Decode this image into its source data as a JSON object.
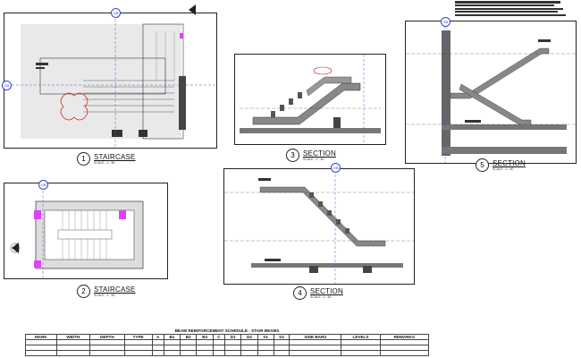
{
  "drawing": {
    "views": [
      {
        "number": "1",
        "title": "STAIRCASE",
        "scale": "SCALE - 1 : 50"
      },
      {
        "number": "2",
        "title": "STAIRCASE",
        "scale": "SCALE - 1 : 50"
      },
      {
        "number": "3",
        "title": "SECTION",
        "scale": "SCALE - 1 : 50"
      },
      {
        "number": "4",
        "title": "SECTION",
        "scale": "SCALE - 1 : 50"
      },
      {
        "number": "5",
        "title": "SECTION",
        "scale": "SCALE - 1 : 50"
      }
    ],
    "grid_bubbles": {
      "a": "2/8",
      "b": "2/B",
      "c": "2/8",
      "d": "2/B",
      "e": "2/B",
      "f": "2/8"
    }
  },
  "schedule": {
    "title": "BEAM REINFORCEMENT SCHEDULE - STAIR BEAMS",
    "headers": [
      "MARK",
      "WIDTH",
      "DEPTH",
      "TYPE",
      "A",
      "B1",
      "B2",
      "B3",
      "C",
      "D1",
      "D2",
      "S1",
      "S2",
      "SIDE BARS",
      "LEVELS",
      "REMARKS"
    ],
    "rows": [
      [
        "",
        "",
        "",
        "",
        "",
        "",
        "",
        "",
        "",
        "",
        "",
        "",
        "",
        "",
        "",
        ""
      ],
      [
        "",
        "",
        "",
        "",
        "",
        "",
        "",
        "",
        "",
        "",
        "",
        "",
        "",
        "",
        "",
        ""
      ],
      [
        "",
        "",
        "",
        "",
        "",
        "",
        "",
        "",
        "",
        "",
        "",
        "",
        "",
        "",
        "",
        ""
      ]
    ]
  }
}
